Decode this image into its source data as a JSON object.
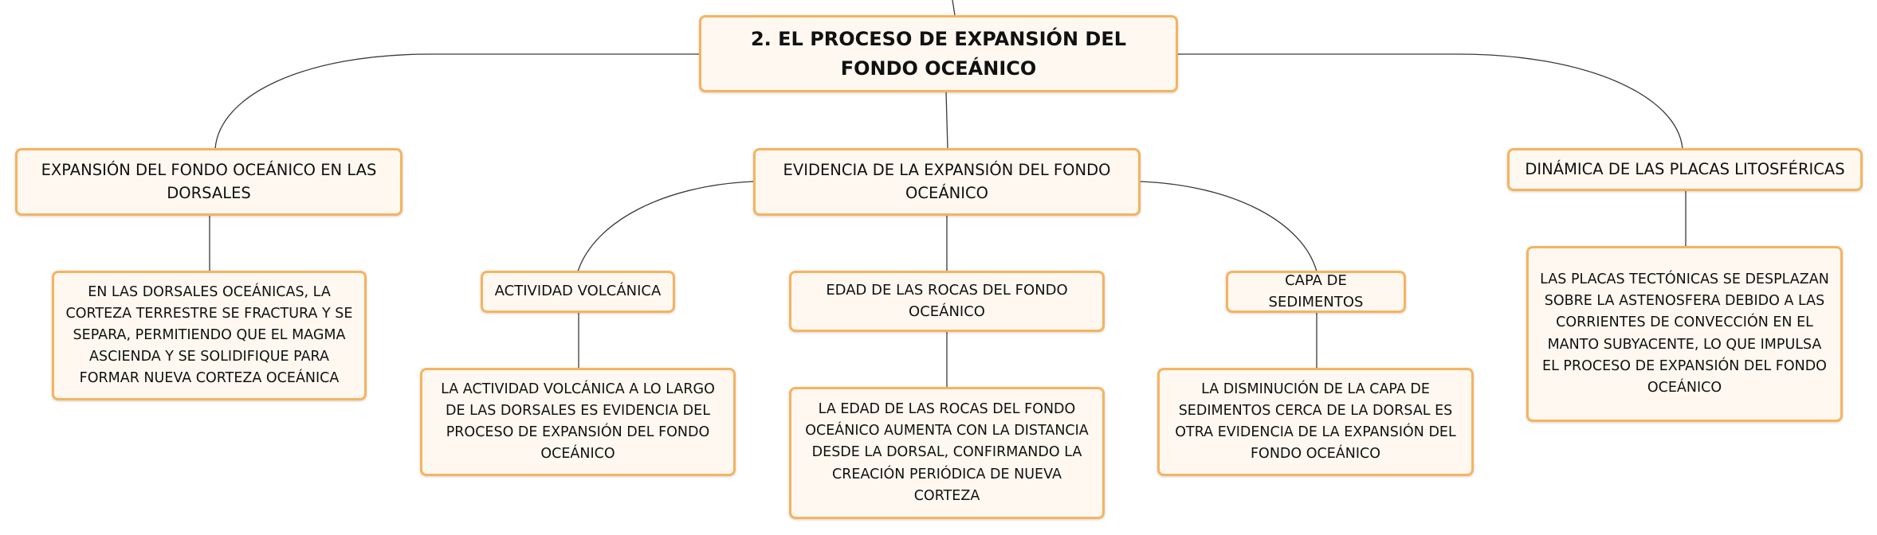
{
  "root": {
    "title": "2. EL PROCESO DE EXPANSIÓN DEL FONDO OCEÁNICO"
  },
  "branches": {
    "dorsales": {
      "title": "EXPANSIÓN DEL FONDO OCEÁNICO EN LAS DORSALES",
      "detail": "EN LAS DORSALES OCEÁNICAS, LA CORTEZA TERRESTRE SE FRACTURA Y SE SEPARA, PERMITIENDO QUE EL MAGMA ASCIENDA Y SE SOLIDIFIQUE PARA FORMAR NUEVA CORTEZA OCEÁNICA"
    },
    "evidencia": {
      "title": "EVIDENCIA DE LA EXPANSIÓN DEL FONDO OCEÁNICO",
      "subtopics": {
        "volcanica": {
          "title": "ACTIVIDAD VOLCÁNICA",
          "detail": "LA ACTIVIDAD VOLCÁNICA A LO LARGO DE LAS DORSALES ES EVIDENCIA DEL PROCESO DE EXPANSIÓN DEL FONDO OCEÁNICO"
        },
        "edad": {
          "title": "EDAD DE LAS ROCAS DEL FONDO OCEÁNICO",
          "detail": "LA EDAD DE LAS ROCAS DEL FONDO OCEÁNICO AUMENTA CON LA DISTANCIA DESDE LA DORSAL, CONFIRMANDO LA CREACIÓN PERIÓDICA DE NUEVA CORTEZA"
        },
        "sedimentos": {
          "title": "CAPA DE SEDIMENTOS",
          "detail": "LA DISMINUCIÓN DE LA CAPA DE SEDIMENTOS CERCA DE LA DORSAL ES OTRA EVIDENCIA DE LA EXPANSIÓN DEL FONDO OCEÁNICO"
        }
      }
    },
    "dinamica": {
      "title": "DINÁMICA DE LAS PLACAS LITOSFÉRICAS",
      "detail": "LAS PLACAS TECTÓNICAS SE DESPLAZAN SOBRE LA ASTENOSFERA DEBIDO A LAS CORRIENTES DE CONVECCIÓN EN EL MANTO SUBYACENTE, LO QUE IMPULSA EL PROCESO DE EXPANSIÓN DEL FONDO OCEÁNICO"
    }
  },
  "colors": {
    "node_border": "#f6b35f",
    "node_fill": "#fff8f0",
    "connector": "#3a3a3a"
  }
}
